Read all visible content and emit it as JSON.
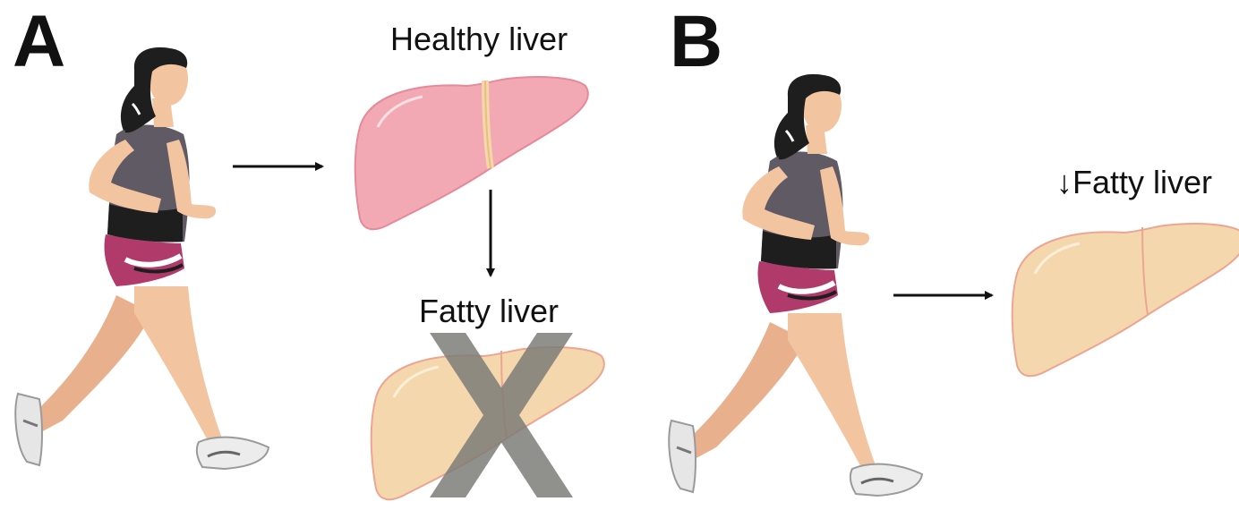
{
  "panels": [
    {
      "letter": "A",
      "labels": {
        "healthy_liver": "Healthy liver",
        "fatty_liver": "Fatty liver"
      }
    },
    {
      "letter": "B",
      "labels": {
        "fatty_liver_reduced": "↓Fatty liver"
      }
    }
  ],
  "colors": {
    "healthy_liver_fill": "#f2a9b4",
    "healthy_liver_stroke": "#e48a9a",
    "fatty_liver_fill": "#f4d7ad",
    "fatty_liver_stroke": "#eca593",
    "cross_mark": "#7d7d78",
    "arrow": "#111111",
    "skin": "#f3c4a0",
    "hair": "#1e1e1e",
    "tank_top": "#5f5a63",
    "shorts": "#b03a6a"
  },
  "icons": [
    "runner-icon",
    "liver-icon",
    "arrow-right-icon",
    "arrow-down-icon",
    "cross-icon"
  ]
}
